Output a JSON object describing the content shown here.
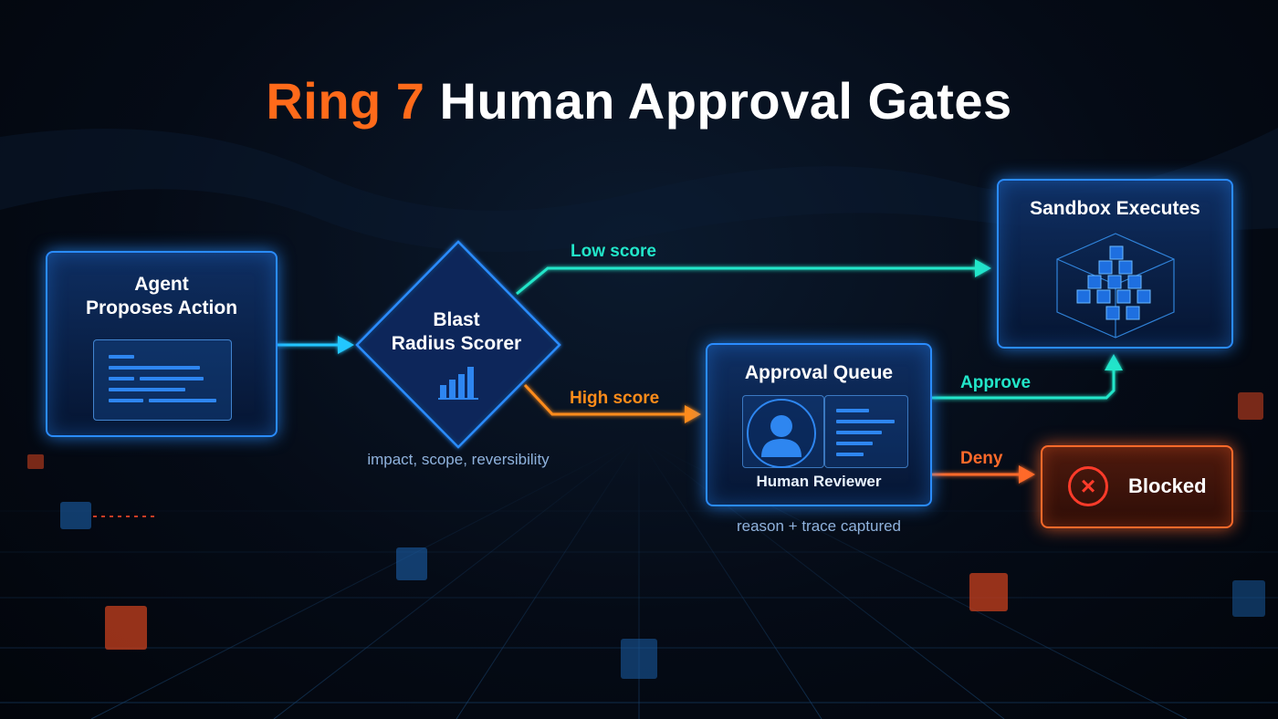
{
  "title": {
    "accent": "Ring 7",
    "rest": "Human Approval Gates"
  },
  "nodes": {
    "agent": {
      "label_line1": "Agent",
      "label_line2": "Proposes Action"
    },
    "scorer": {
      "label_line1": "Blast",
      "label_line2": "Radius Scorer",
      "caption": "impact, scope, reversibility"
    },
    "sandbox": {
      "label": "Sandbox Executes"
    },
    "queue": {
      "label": "Approval Queue",
      "reviewer": "Human Reviewer",
      "caption": "reason + trace captured"
    },
    "blocked": {
      "label": "Blocked"
    }
  },
  "edges": {
    "low": "Low score",
    "high": "High score",
    "approve": "Approve",
    "deny": "Deny"
  },
  "colors": {
    "accent_orange": "#ff6a1a",
    "node_blue": "#2a8cff",
    "edge_cyan": "#22e6c9",
    "edge_orange": "#ff8c1a",
    "blocked_red": "#ff3b2a"
  },
  "icons": [
    "document-lines-icon",
    "bar-chart-icon",
    "cube-stack-icon",
    "user-icon",
    "list-lines-icon",
    "x-circle-icon"
  ]
}
